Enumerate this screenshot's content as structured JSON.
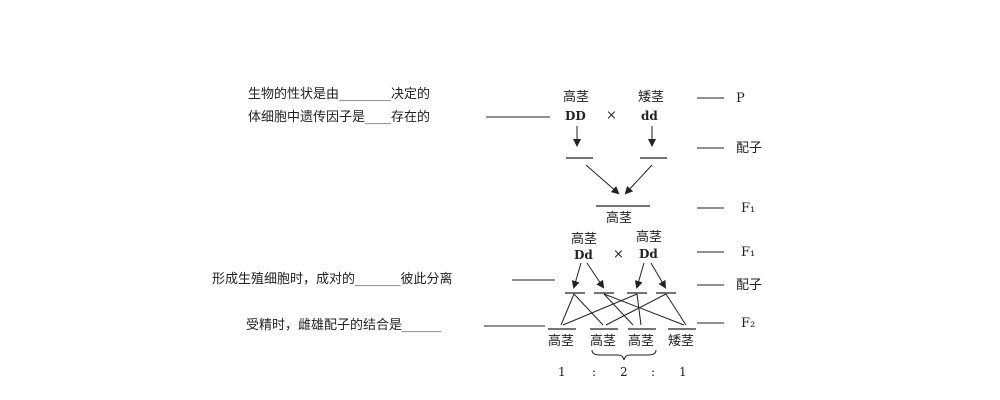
{
  "left_notes": {
    "line1": "生物的性状是由________决定的",
    "line2": "体细胞中遗传因子是____存在的",
    "line3": "形成生殖细胞时，成对的_______彼此分离",
    "line4": "受精时，雌雄配子的结合是______"
  },
  "parents": {
    "tall_label": "高茎",
    "tall_genotype": "DD",
    "short_label": "矮茎",
    "short_genotype": "dd",
    "cross_symbol": "×"
  },
  "f1": {
    "label": "高茎"
  },
  "f1_cross": {
    "left_label": "高茎",
    "left_genotype": "Dd",
    "right_label": "高茎",
    "right_genotype": "Dd",
    "cross_symbol": "×"
  },
  "f2": {
    "p1": "高茎",
    "p2": "高茎",
    "p3": "高茎",
    "p4": "矮茎"
  },
  "ratio": {
    "n1": "1",
    "sep1": ":",
    "n2": "2",
    "sep2": ":",
    "n3": "1"
  },
  "right_labels": {
    "p": "P",
    "gamete1": "配子",
    "f1": "F₁",
    "f1b": "F₁",
    "gamete2": "配子",
    "f2": "F₂"
  }
}
